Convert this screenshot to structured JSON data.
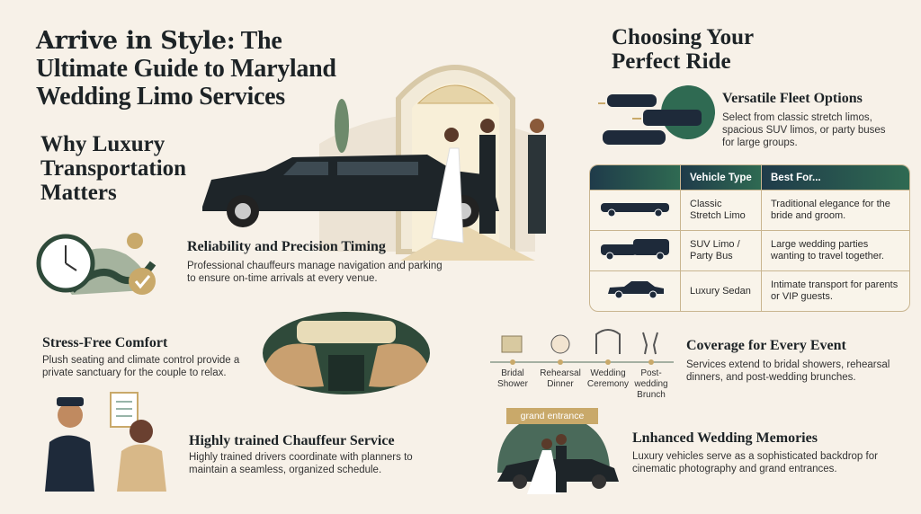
{
  "title": {
    "lead": "Arrive in Style:",
    "rest": " The Ultimate Guide to Maryland Wedding Limo Services"
  },
  "why_heading": "Why Luxury Transportation Matters",
  "features": [
    {
      "title": "Reliability and Precision Timing",
      "text": "Professional chauffeurs manage navigation and parking to ensure on-time arrivals at every venue."
    },
    {
      "title": "Stress-Free Comfort",
      "text": "Plush seating and climate control provide a private sanctuary for the couple to relax."
    },
    {
      "title": "Highly trained Chauffeur Service",
      "text": "Highly trained drivers coordinate with planners to maintain a seamless, organized schedule."
    }
  ],
  "choosing_heading": "Choosing Your Perfect Ride",
  "fleet": {
    "title": "Versatile Fleet Options",
    "text": "Select from classic stretch limos, spacious SUV limos, or party buses for large groups."
  },
  "table": {
    "headers": [
      "",
      "Vehicle Type",
      "Best For..."
    ],
    "rows": [
      {
        "icon": "stretch-limo-icon",
        "type": "Classic Stretch Limo",
        "best": "Traditional elegance for the bride and groom."
      },
      {
        "icon": "suv-bus-icon",
        "type": "SUV Limo / Party Bus",
        "best": "Large wedding parties wanting to travel together."
      },
      {
        "icon": "sedan-icon",
        "type": "Luxury Sedan",
        "best": "Intimate transport for parents or VIP guests."
      }
    ]
  },
  "events": [
    "Bridal Shower",
    "Rehearsal Dinner",
    "Wedding Ceremony",
    "Post-wedding Brunch"
  ],
  "coverage": {
    "title": "Coverage for Every Event",
    "text": "Services extend to bridal showers, rehearsal dinners, and post-wedding brunches."
  },
  "memories": {
    "banner": "grand entrance",
    "title": "Lnhanced Wedding Memories",
    "text": "Luxury vehicles serve as a sophisticated backdrop for cinematic photography and grand entrances."
  },
  "colors": {
    "background": "#f7f1e8",
    "dark_green": "#2f6a52",
    "navy": "#1f3b4a",
    "gold": "#c9a96a"
  }
}
